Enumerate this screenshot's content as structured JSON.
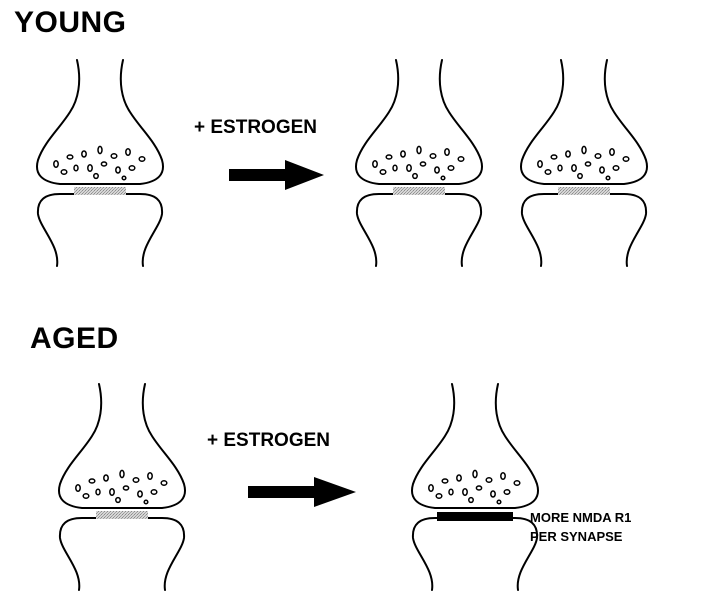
{
  "young": {
    "title": "YOUNG",
    "arrow_label": "+ ESTROGEN"
  },
  "aged": {
    "title": "AGED",
    "arrow_label": "+ ESTROGEN",
    "note_line1": "MORE NMDA R1",
    "note_line2": "PER SYNAPSE"
  }
}
